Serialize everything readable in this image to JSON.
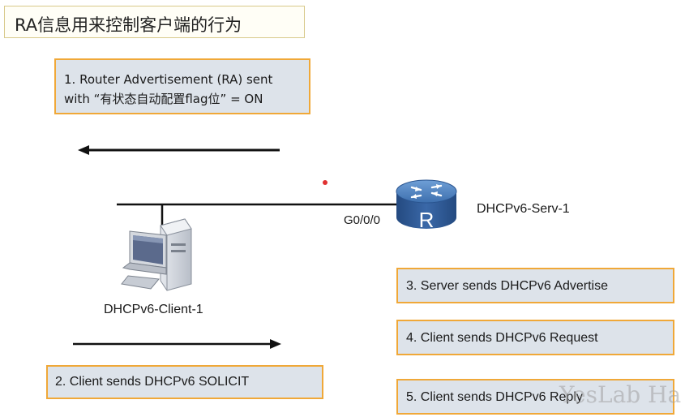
{
  "title": "RA信息用来控制客户端的行为",
  "steps": {
    "step1_line1": "1. Router Advertisement (RA) sent",
    "step1_line2": "with “有状态自动配置flag位” = ON",
    "step2": "2. Client sends DHCPv6 SOLICIT",
    "step3": "3. Server sends DHCPv6 Advertise",
    "step4": "4. Client sends DHCPv6 Request",
    "step5": "5. Client sends DHCPv6 Reply"
  },
  "nodes": {
    "client_label": "DHCPv6-Client-1",
    "server_label": "DHCPv6-Serv-1",
    "router_glyph": "R",
    "interface_label": "G0/0/0"
  },
  "watermark": "YesLab Ha",
  "colors": {
    "box_fill": "#dde3ea",
    "box_border": "#f0a838",
    "router_blue": "#2f5f9e"
  }
}
